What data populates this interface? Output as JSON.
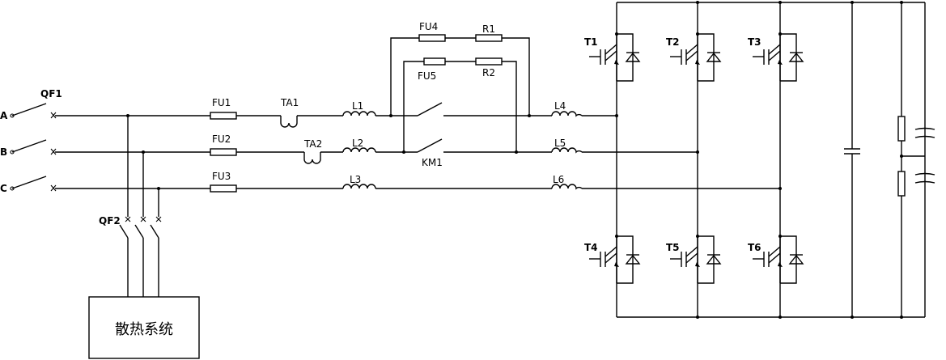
{
  "phases": {
    "a": "A",
    "b": "B",
    "c": "C"
  },
  "breakers": {
    "qf1": "QF1",
    "qf2": "QF2"
  },
  "fuses": {
    "fu1": "FU1",
    "fu2": "FU2",
    "fu3": "FU3",
    "fu4": "FU4",
    "fu5": "FU5"
  },
  "current_transformers": {
    "ta1": "TA1",
    "ta2": "TA2"
  },
  "inductors": {
    "l1": "L1",
    "l2": "L2",
    "l3": "L3",
    "l4": "L4",
    "l5": "L5",
    "l6": "L6"
  },
  "resistors": {
    "r1": "R1",
    "r2": "R2"
  },
  "contactor": "KM1",
  "igbts": {
    "t1": "T1",
    "t2": "T2",
    "t3": "T3",
    "t4": "T4",
    "t5": "T5",
    "t6": "T6"
  },
  "cooling_system": "散热系统"
}
